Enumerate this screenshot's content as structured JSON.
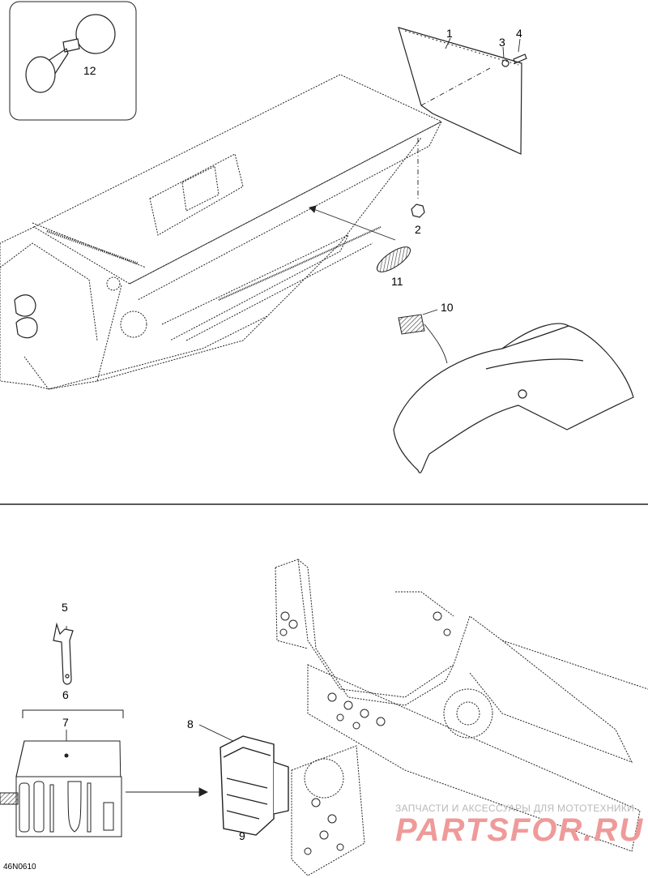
{
  "callouts": {
    "c1": "1",
    "c2": "2",
    "c3": "3",
    "c4": "4",
    "c5": "5",
    "c6": "6",
    "c7": "7",
    "c8": "8",
    "c9": "9",
    "c10": "10",
    "c11": "11",
    "c12": "12"
  },
  "ref_code": "46N0610",
  "watermark": {
    "line1": "ЗАПЧАСТИ И АКСЕССУАРЫ ДЛЯ МОТОТЕХНИКИ",
    "line2": "PARTSFOR.RU"
  },
  "colors": {
    "line": "#222222",
    "watermark_red": "#ef9a9a",
    "watermark_gray": "#b9b9b9"
  }
}
